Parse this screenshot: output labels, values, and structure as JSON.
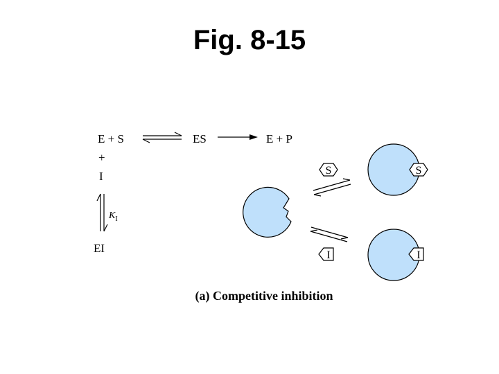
{
  "page": {
    "title": "Fig. 8-15"
  },
  "reaction": {
    "reactants": "E + S",
    "complex": "ES",
    "products": "E + P",
    "plus": "+",
    "inhibitor": "I",
    "constant_symbol": "K",
    "constant_subscript": "I",
    "inhibited_complex": "EI"
  },
  "illustration": {
    "substrate_label": "S",
    "inhibitor_label": "I",
    "colors": {
      "enzyme_fill": "#bfe0fb",
      "outline": "#000000"
    }
  },
  "caption": "(a) Competitive inhibition"
}
